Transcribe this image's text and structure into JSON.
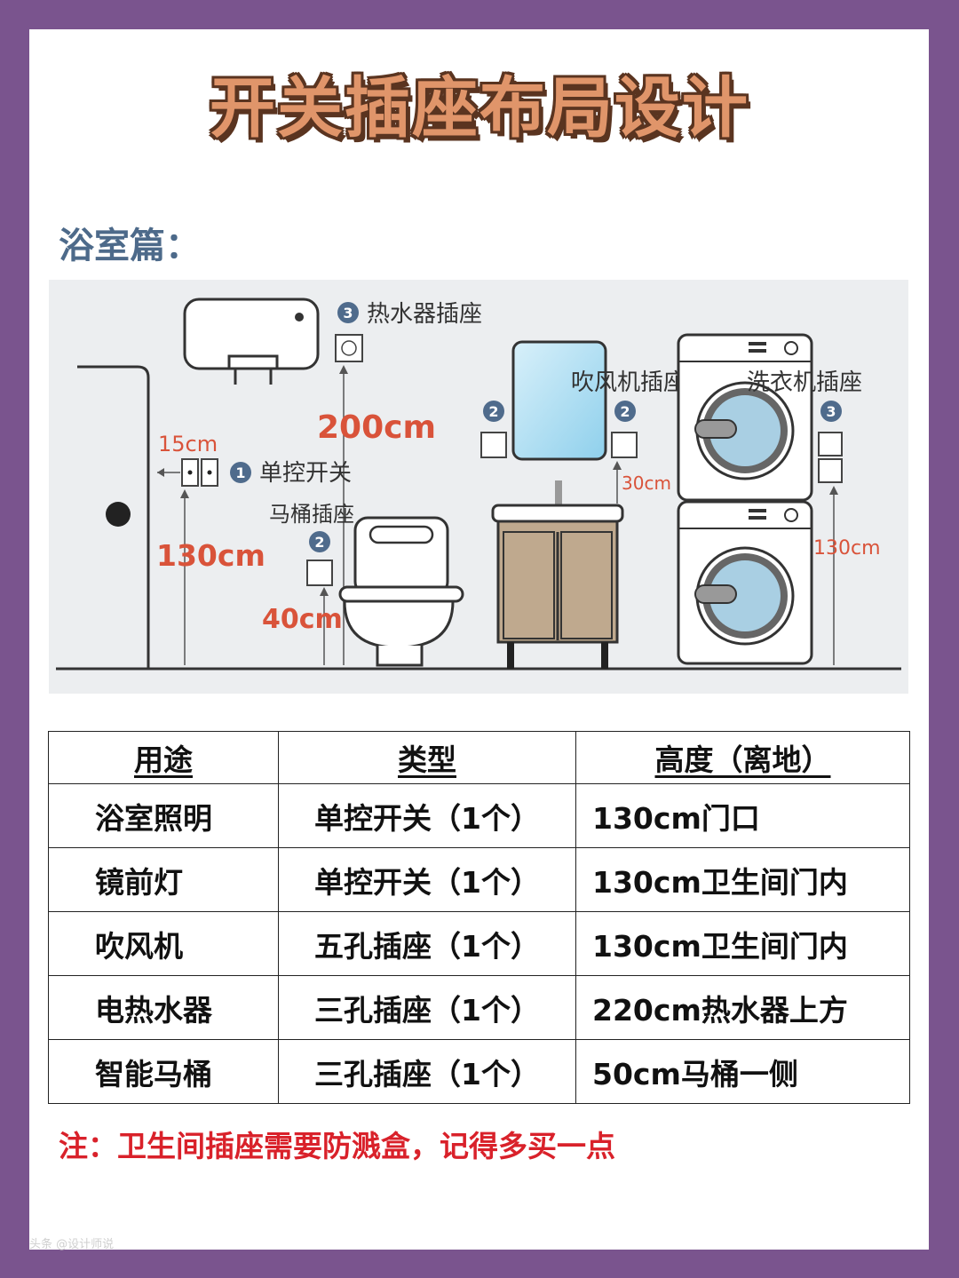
{
  "title": "开关插座布局设计",
  "subtitle": "浴室篇：",
  "diagram": {
    "heater_socket_num": "3",
    "heater_socket_label": "热水器插座",
    "height_200": "200cm",
    "height_15": "15cm",
    "switch_num": "1",
    "switch_label": "单控开关",
    "toilet_socket_label": "马桶插座",
    "toilet_socket_num": "2",
    "height_130_left": "130cm",
    "height_40": "40cm",
    "dryer_socket_label": "吹风机插座",
    "dryer_left_num": "2",
    "dryer_right_num": "2",
    "height_30": "30cm",
    "washer_socket_label": "洗衣机插座",
    "washer_socket_num": "3",
    "height_130_right": "130cm"
  },
  "table": {
    "headers": [
      "用途",
      "类型",
      "高度（离地）"
    ],
    "rows": [
      [
        "浴室照明",
        "单控开关（1个）",
        "130cm门口"
      ],
      [
        "镜前灯",
        "单控开关（1个）",
        "130cm卫生间门内"
      ],
      [
        "吹风机",
        "五孔插座（1个）",
        "130cm卫生间门内"
      ],
      [
        "电热水器",
        "三孔插座（1个）",
        "220cm热水器上方"
      ],
      [
        "智能马桶",
        "三孔插座（1个）",
        "50cm马桶一侧"
      ]
    ]
  },
  "note": "注：卫生间插座需要防溅盒，记得多买一点",
  "watermark": "头条 @设计师说"
}
